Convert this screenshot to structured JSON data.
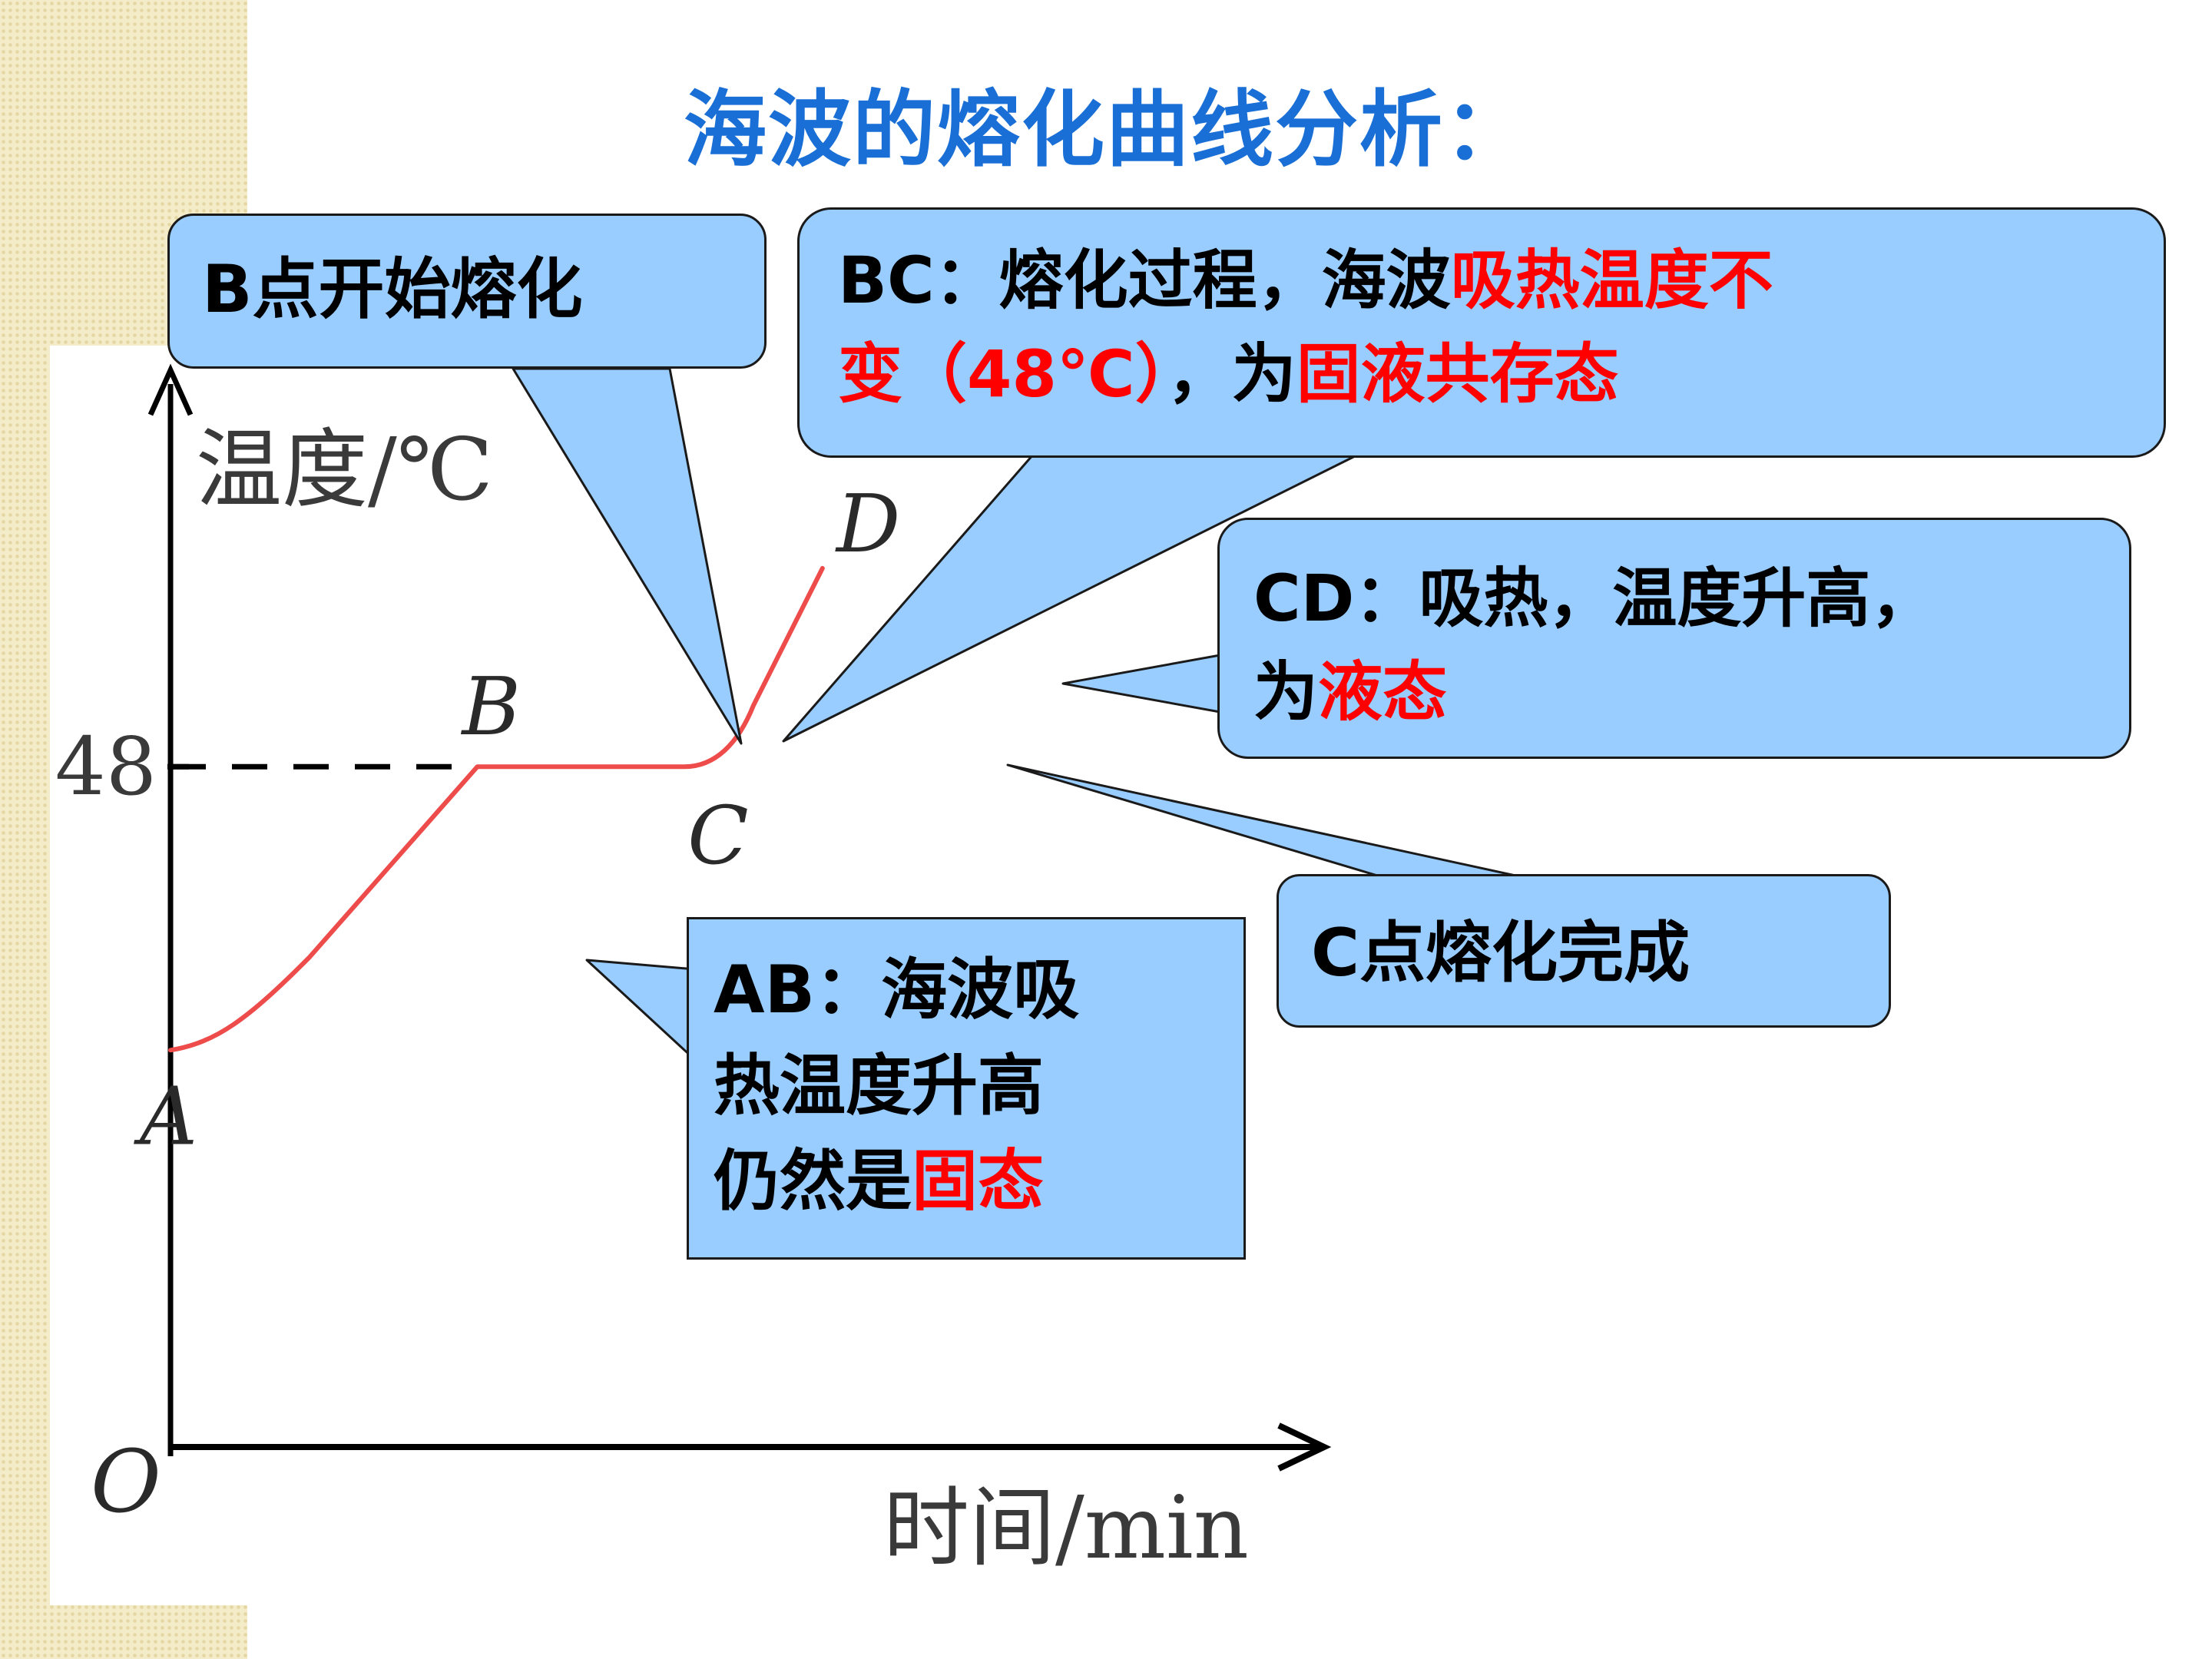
{
  "slide_title": "海波的熔化曲线分析：",
  "chart_data": {
    "type": "line",
    "title": "",
    "ylabel": "温度/℃",
    "xlabel": "时间/min",
    "origin_label": "O",
    "y_tick": {
      "value": 48,
      "label": "48"
    },
    "points": [
      {
        "label": "A",
        "t": 0.0,
        "temp": 28
      },
      {
        "label": "B",
        "t": 4.0,
        "temp": 48
      },
      {
        "label": "C",
        "t": 7.0,
        "temp": 48
      },
      {
        "label": "D",
        "t": 8.5,
        "temp": 62
      }
    ],
    "xlim": [
      0,
      15
    ],
    "ylim": [
      0,
      75
    ],
    "grid": false,
    "reference_line": {
      "type": "dashed-horizontal",
      "at": 48
    },
    "line_color": "#ee4b4b",
    "axis_color": "#000000"
  },
  "callouts": {
    "b_start": {
      "text": "B点开始熔化",
      "fill": "#99ccff",
      "text_color": "#000000"
    },
    "bc": {
      "line1_prefix": "BC：熔化过程，海波",
      "line1_red": "吸热温度不",
      "line2_red": "变（48℃）",
      "line2_mid": "，为",
      "line2_red2": "固液共存态",
      "fill": "#99ccff"
    },
    "cd": {
      "line1": "CD：吸热，温度升高，",
      "line2_prefix": "为",
      "line2_red": "液态",
      "fill": "#99ccff"
    },
    "c_done": {
      "text": "C点熔化完成",
      "fill": "#99ccff"
    },
    "ab": {
      "line1": "AB：海波吸",
      "line2": "热温度升高",
      "line3_prefix": "仍然是",
      "line3_red": "固态",
      "fill": "#99ccff"
    }
  },
  "colors": {
    "title": "#1a6fd6",
    "highlight": "#ff0000",
    "stripe": "#f4ecc8"
  }
}
